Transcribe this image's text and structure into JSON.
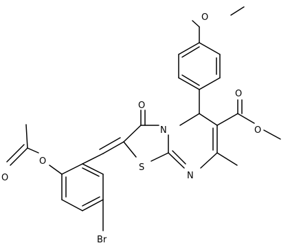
{
  "structure": {
    "atom_labels": {
      "o_methoxy": "O",
      "o_ester_carbonyl": "O",
      "o_ester": "O",
      "o_ketone": "O",
      "n_ring": "N",
      "n_imine": "N",
      "s_ring": "S",
      "o_acetoxy": "O",
      "o_acetyl": "O",
      "br": "Br"
    }
  },
  "colors": {
    "bond": "#000000",
    "label": "#000000",
    "background": "#ffffff"
  }
}
